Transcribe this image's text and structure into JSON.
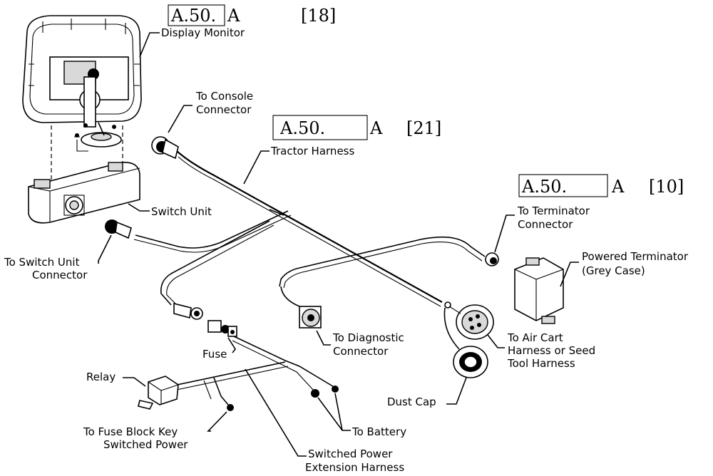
{
  "references": {
    "display_ref": {
      "code": "A.50.",
      "sub": "A",
      "index": "[18]"
    },
    "harness_ref": {
      "code": "A.50.",
      "sub": "A",
      "index": "[21]"
    },
    "terminator_ref": {
      "code": "A.50.",
      "sub": "A",
      "index": "[10]"
    }
  },
  "labels": {
    "display_monitor": "Display Monitor",
    "console_connector_1": "To Console",
    "console_connector_2": "Connector",
    "tractor_harness": "Tractor Harness",
    "switch_unit": "Switch Unit",
    "switch_unit_connector_1": "To Switch Unit",
    "switch_unit_connector_2": "Connector",
    "terminator_connector_1": "To Terminator",
    "terminator_connector_2": "Connector",
    "powered_terminator_1": "Powered Terminator",
    "powered_terminator_2": "(Grey Case)",
    "diagnostic_connector_1": "To Diagnostic",
    "diagnostic_connector_2": "Connector",
    "air_cart_1": "To Air Cart",
    "air_cart_2": "Harness or Seed",
    "air_cart_3": "Tool Harness",
    "fuse": "Fuse",
    "relay": "Relay",
    "dust_cap": "Dust Cap",
    "fuse_block_1": "To Fuse Block Key",
    "fuse_block_2": "Switched Power",
    "battery": "To Battery",
    "extension_1": "Switched Power",
    "extension_2": "Extension Harness"
  }
}
